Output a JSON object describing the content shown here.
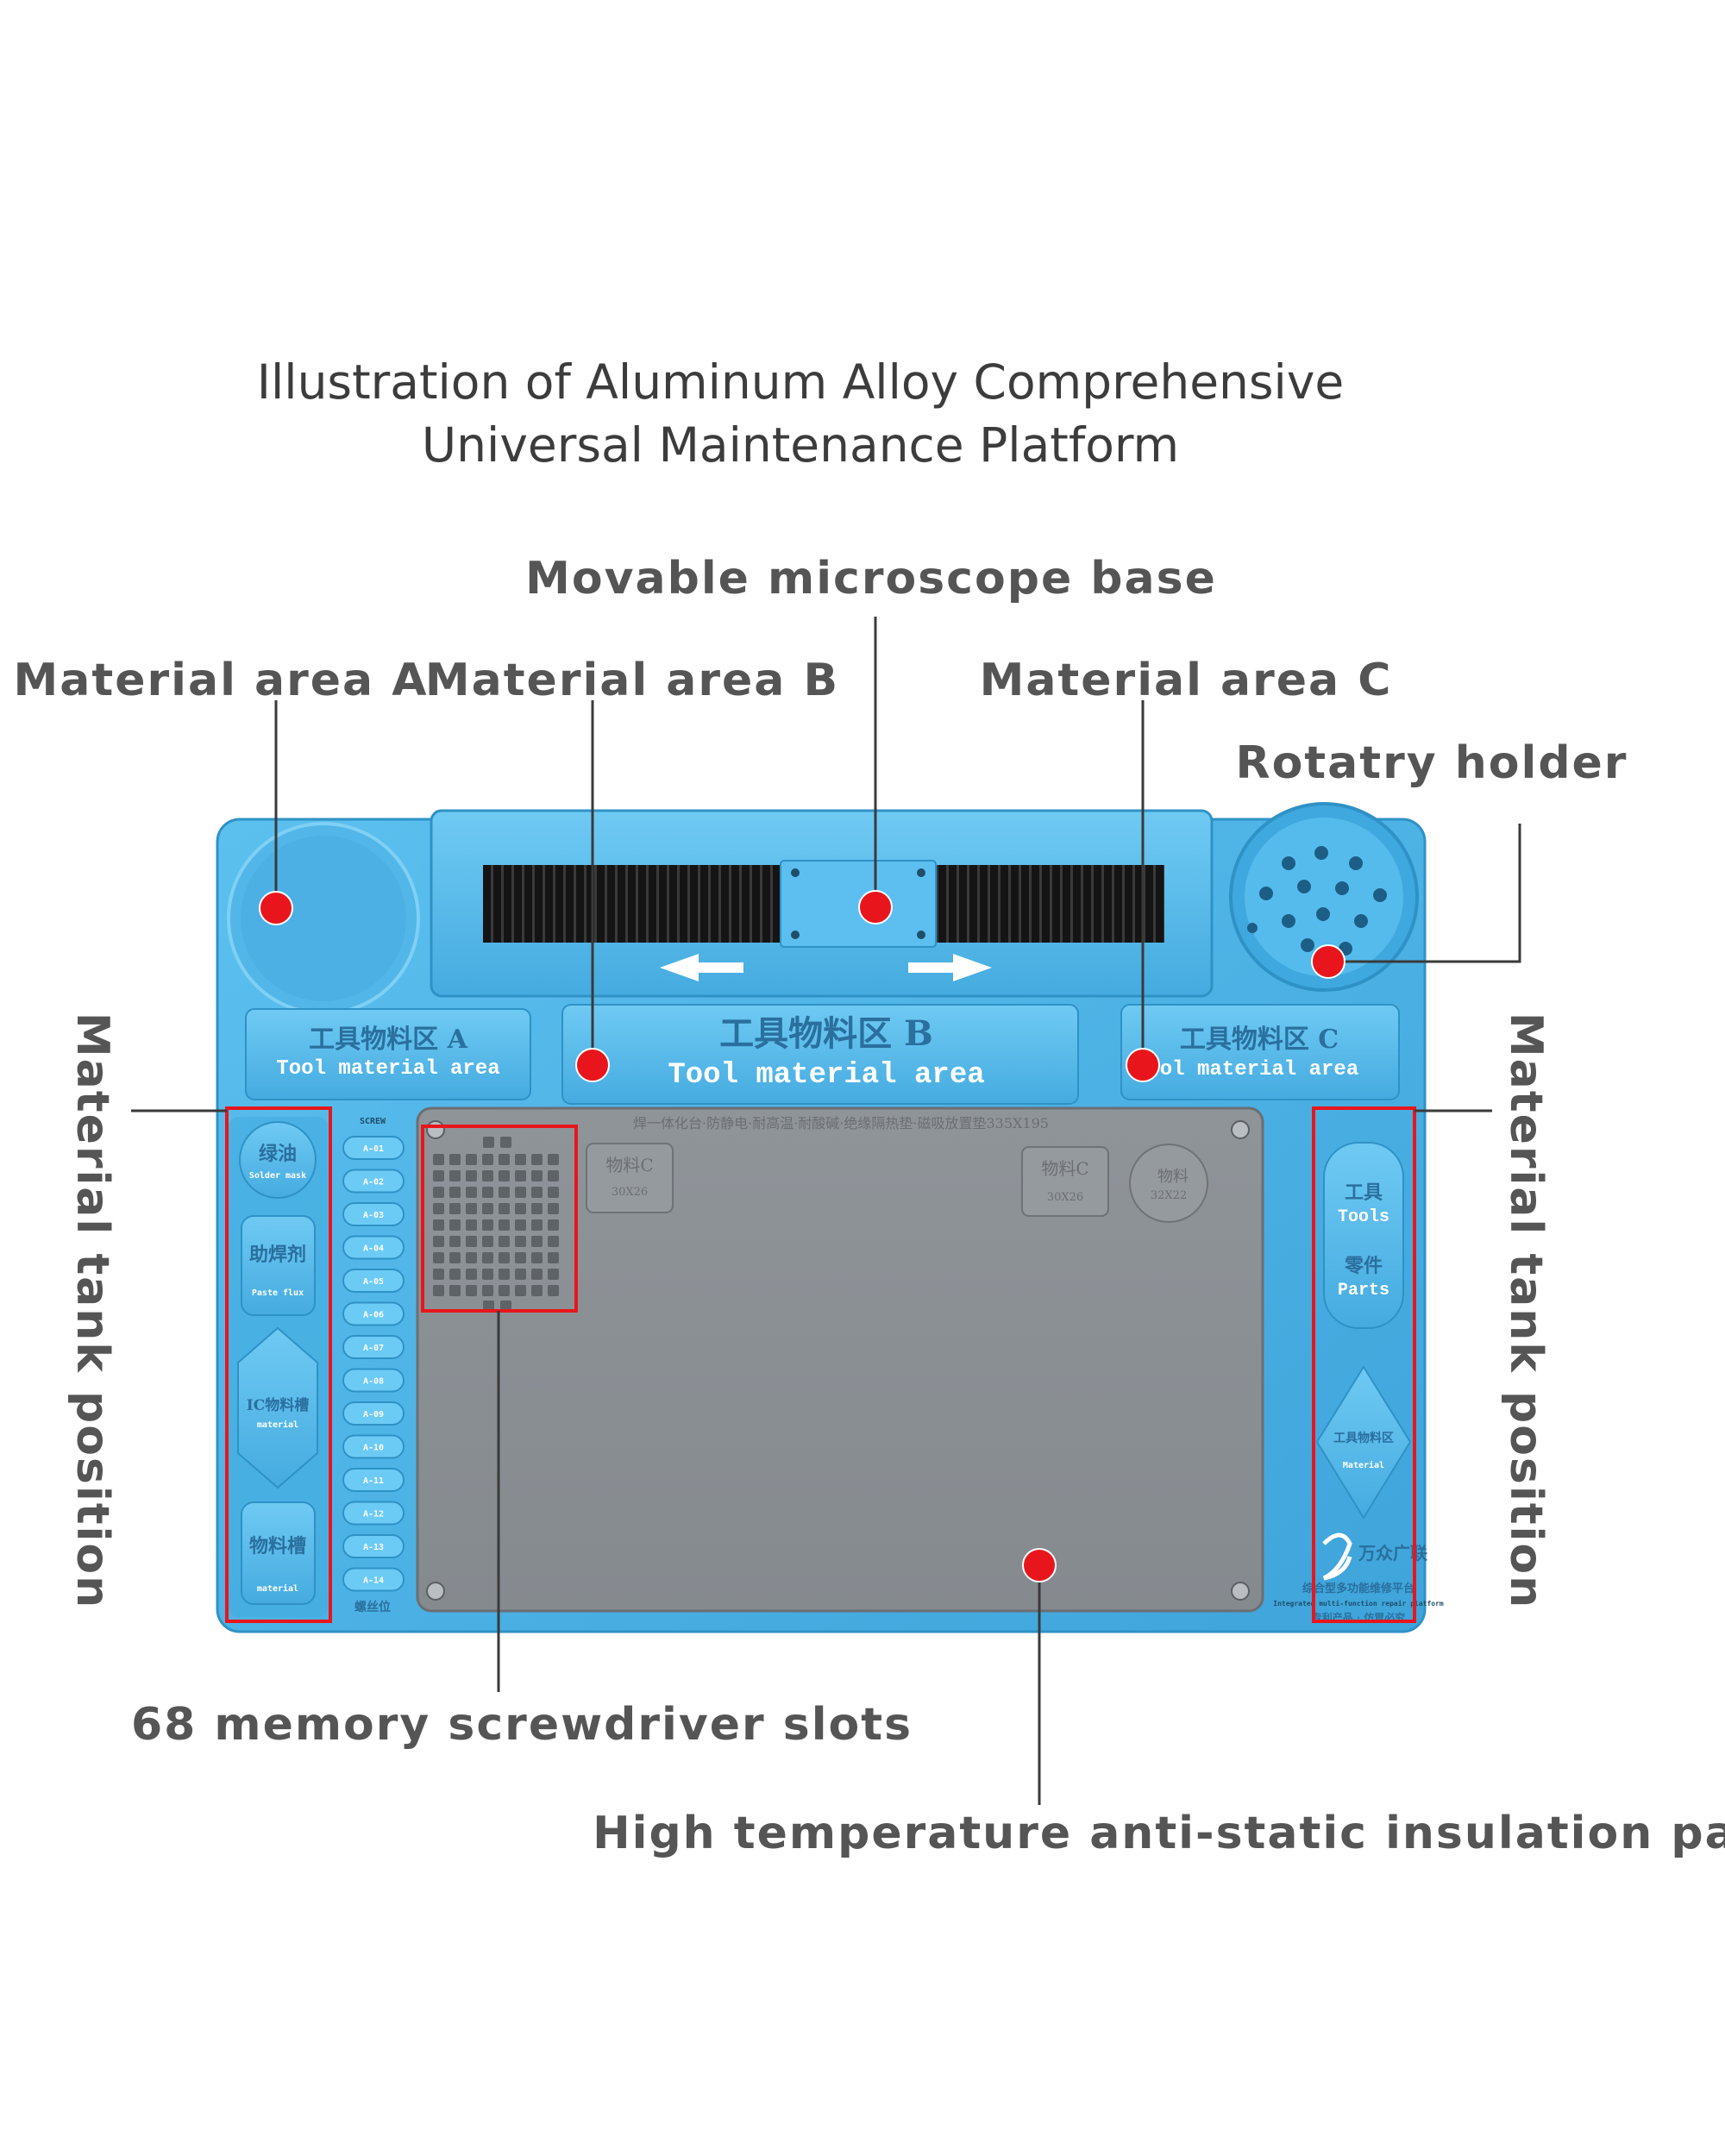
{
  "title": {
    "line1": "Illustration of Aluminum Alloy Comprehensive",
    "line2": "Universal Maintenance Platform"
  },
  "callouts": {
    "microscope_base": "Movable microscope base",
    "material_a": "Material area A",
    "material_b": "Material area B",
    "material_c": "Material area C",
    "rotary_holder": "Rotatry holder",
    "tank_left": "Material tank position",
    "tank_right": "Material tank position",
    "screwdriver_slots": "68 memory screwdriver slots",
    "insulation_pad": "High temperature anti-static insulation pad"
  },
  "board": {
    "area_a_cn": "工具物料区 A",
    "area_a_en": "Tool material area",
    "area_b_cn": "工具物料区 B",
    "area_b_en": "Tool material area",
    "area_c_cn": "工具物料区 C",
    "area_c_en": "ol material area",
    "left_tanks": [
      {
        "cn": "绿油",
        "en": "Solder mask"
      },
      {
        "cn": "助焊剂",
        "en": "Paste flux"
      },
      {
        "cn": "IC物料槽",
        "en": "material"
      },
      {
        "cn": "物料槽",
        "en": "material"
      }
    ],
    "screw_header": "SCREW",
    "screw_slots": [
      "A-01",
      "A-02",
      "A-03",
      "A-04",
      "A-05",
      "A-06",
      "A-07",
      "A-08",
      "A-09",
      "A-10",
      "A-11",
      "A-12",
      "A-13",
      "A-14"
    ],
    "screw_footer": "螺丝位",
    "right_tanks": [
      {
        "cn1": "工具",
        "en1": "Tools",
        "cn2": "零件",
        "en2": "Parts"
      },
      {
        "cn": "工具物料区",
        "en": "Material"
      }
    ],
    "pad_header": "焊一体化台·防静电·耐高温·耐酸碱·绝缘隔热垫·磁吸放置垫335X195",
    "pad_items": [
      {
        "cn": "物料C",
        "size": "30X26"
      },
      {
        "cn": "物料C",
        "size": "30X26"
      },
      {
        "cn": "物料",
        "size": "32X22"
      }
    ],
    "brand_name": "万众广联",
    "brand_line1": "综合型多功能维修平台",
    "brand_line2": "Integrated multi-function repair platform",
    "brand_line3": "专利产品 · 仿冒必究"
  },
  "colors": {
    "board_blue": "#4cb2e6",
    "pad_gray": "#8c9196",
    "marker_red": "#e8161c"
  }
}
